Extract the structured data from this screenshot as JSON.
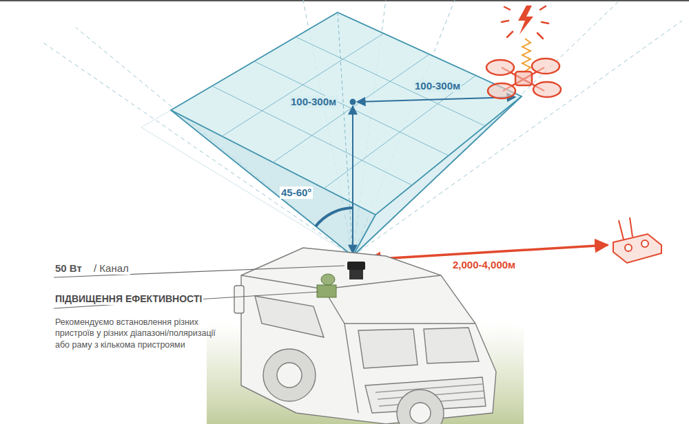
{
  "diagram": {
    "labels": [
      "100-300м",
      "100-300м",
      "45-60°",
      "2,000-4,000м",
      "50 Вт",
      "/ Канал",
      "ПІДВИЩЕННЯ ЕФЕКТИВНОСТІ",
      "Рекомендуємо встановлення різних пристроїв у різних діапазоні/поляризації або раму з кількома пристроями"
    ]
  }
}
